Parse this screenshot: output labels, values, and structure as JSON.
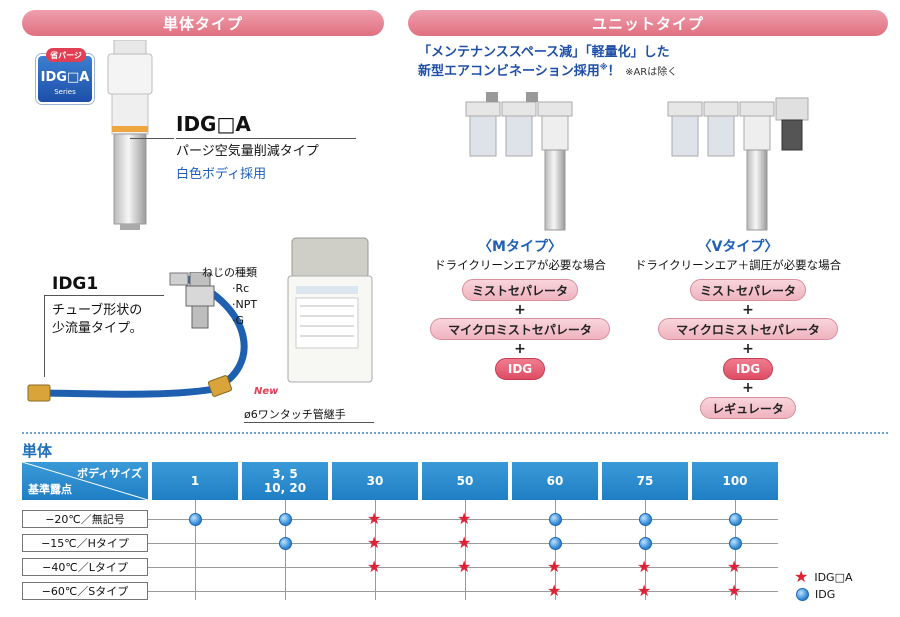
{
  "headers": {
    "single": "単体タイプ",
    "unit": "ユニットタイプ"
  },
  "badge": {
    "top": "省パージ",
    "main": "IDG□A",
    "sub": "Series"
  },
  "idga": {
    "title": "IDG□A",
    "desc": "パージ空気量削減タイプ",
    "body": "白色ボディ採用"
  },
  "idg1": {
    "title": "IDG1",
    "desc1": "チューブ形状の",
    "desc2": "少流量タイプ。",
    "thread_title": "ねじの種類",
    "threads": [
      "·Rc",
      "·NPT",
      "·G"
    ],
    "new_badge": "New",
    "fitting": "ø6ワンタッチ管継手"
  },
  "unit": {
    "headline1": "「メンテナンススペース減」「軽量化」した",
    "headline2": "新型エアコンビネーション採用",
    "headline_mark": "※",
    "headline_excl": "！",
    "headline_note": "※ARは除く",
    "m_type": {
      "title": "〈Mタイプ〉",
      "desc": "ドライクリーンエアが必要な場合",
      "items": [
        "ミストセパレータ",
        "マイクロミストセパレータ",
        "IDG"
      ]
    },
    "v_type": {
      "title": "〈Vタイプ〉",
      "desc": "ドライクリーンエア＋調圧が必要な場合",
      "items": [
        "ミストセパレータ",
        "マイクロミストセパレータ",
        "IDG",
        "レギュレータ"
      ]
    },
    "plus": "+"
  },
  "table": {
    "section_title": "単体",
    "corner_top": "ボディサイズ",
    "corner_bottom": "基準露点",
    "columns": [
      "1",
      "3, 5\n10, 20",
      "30",
      "50",
      "60",
      "75",
      "100"
    ],
    "rows": [
      {
        "label": "−20℃／無記号",
        "marks": [
          "circle",
          "circle",
          "star",
          "star",
          "circle",
          "circle",
          "circle"
        ]
      },
      {
        "label": "−15℃／Hタイプ",
        "marks": [
          "",
          "circle",
          "star",
          "star",
          "circle",
          "circle",
          "circle"
        ]
      },
      {
        "label": "−40℃／Lタイプ",
        "marks": [
          "",
          "",
          "star",
          "star",
          "star",
          "star",
          "star"
        ]
      },
      {
        "label": "−60℃／Sタイプ",
        "marks": [
          "",
          "",
          "",
          "",
          "star",
          "star",
          "star"
        ]
      }
    ]
  },
  "legend": {
    "star": "IDG□A",
    "circle": "IDG"
  },
  "colors": {
    "header_pink": "#e0707f",
    "table_blue": "#1f7fc4",
    "star_red": "#e02035",
    "accent_blue": "#1f5fb8"
  }
}
